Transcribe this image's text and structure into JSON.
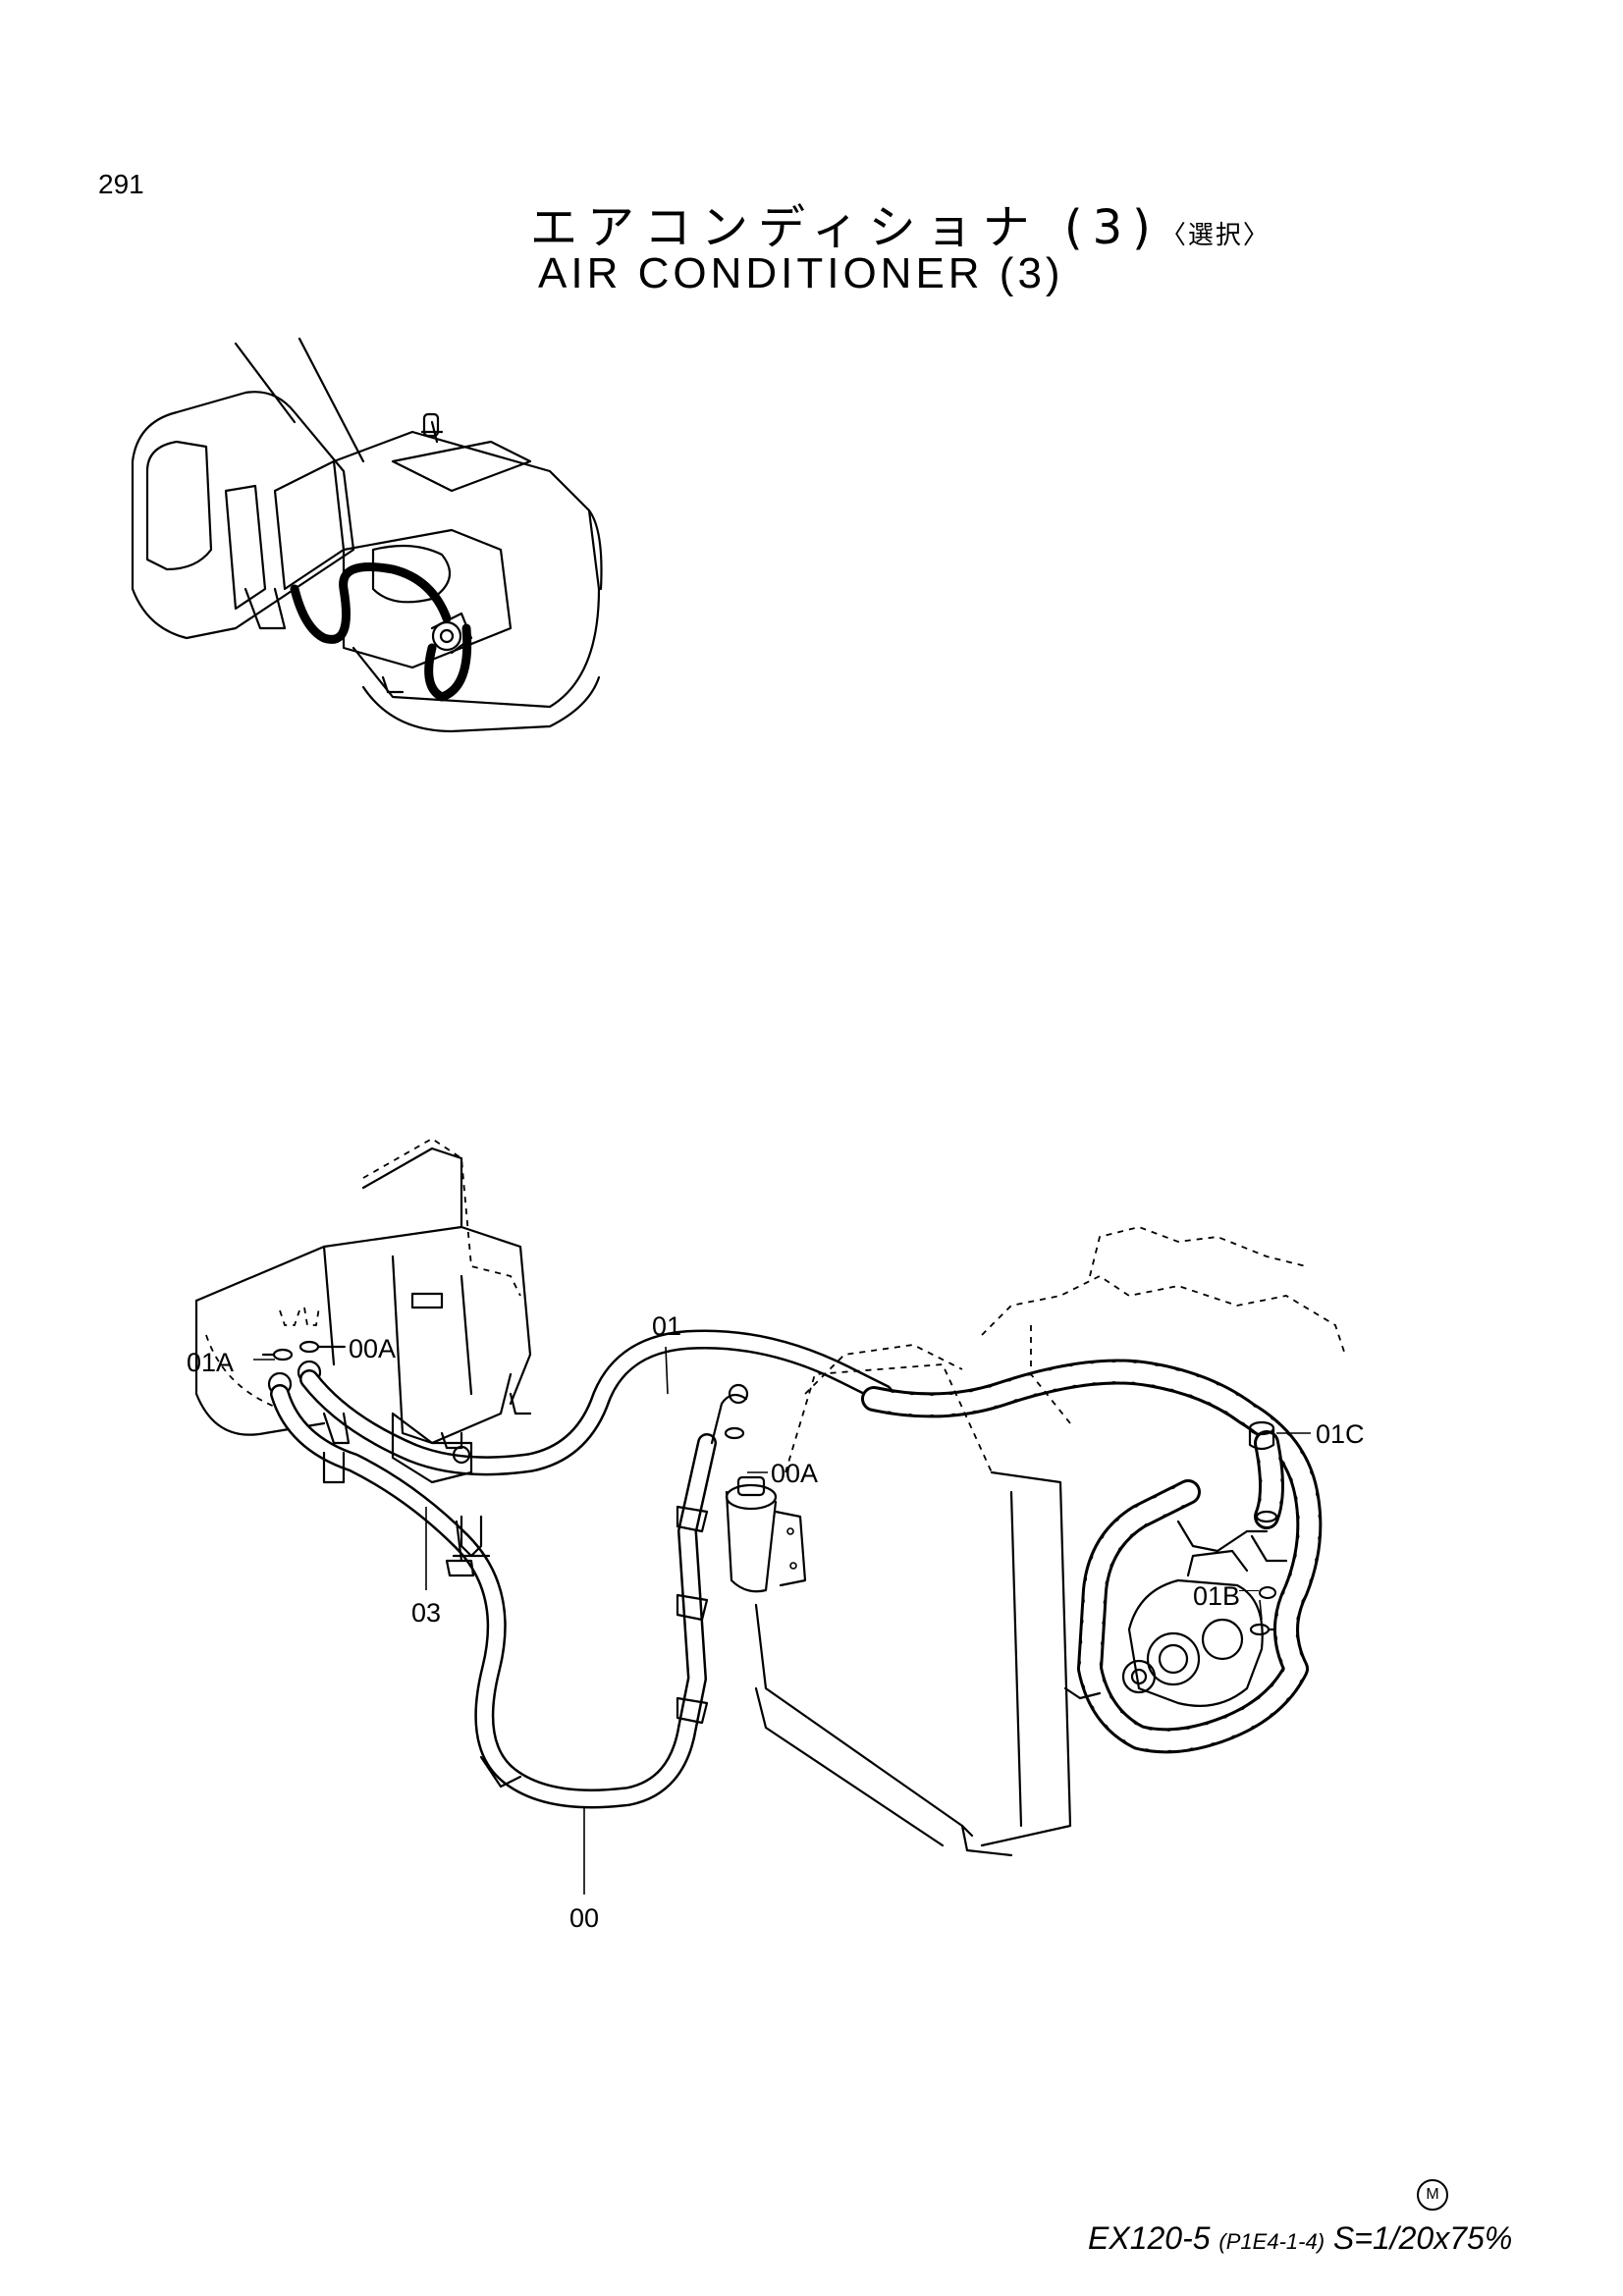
{
  "page_number": "291",
  "title_jp": "エアコンディショナ (3)",
  "title_jp_option": "〈選択〉",
  "title_en": "AIR  CONDITIONER  (3)",
  "callouts": {
    "c01": "01",
    "c01A": "01A",
    "c00A_top": "00A",
    "c00A_mid": "00A",
    "c01C": "01C",
    "c01B": "01B",
    "c03": "03",
    "c00": "00"
  },
  "footer": {
    "model": "EX120-5 ",
    "section": "(P1E4-1-4)",
    "scale": " S=1/20x75%",
    "mark": "M"
  }
}
